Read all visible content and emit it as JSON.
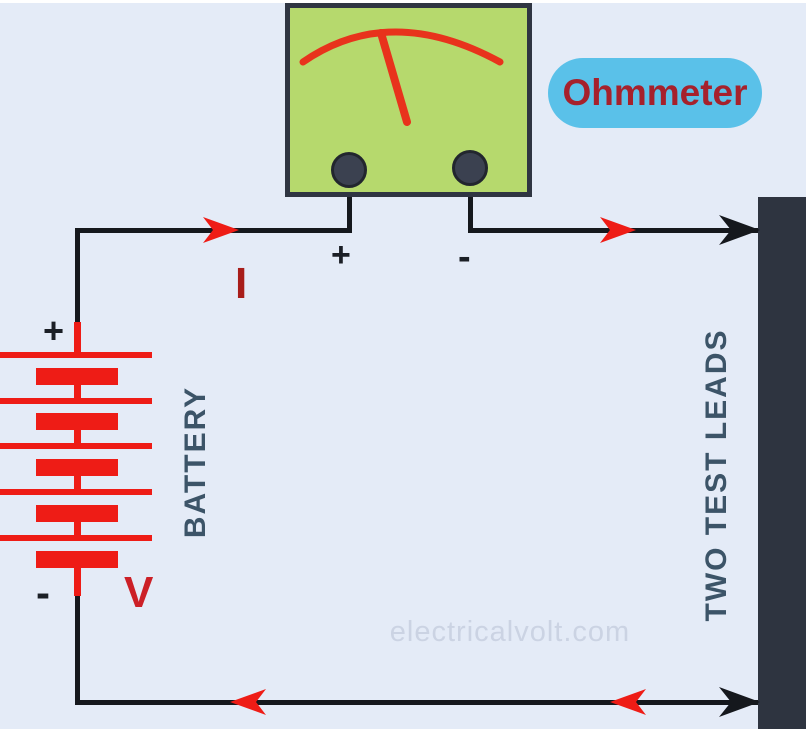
{
  "meter": {
    "name_label": "Ohmmeter",
    "plus_label": "+",
    "minus_label": "-"
  },
  "battery": {
    "label": "BATTERY",
    "plus_label": "+",
    "minus_label": "-",
    "voltage_label": "V"
  },
  "circuit": {
    "current_label": "I",
    "leads_label": "TWO TEST LEADS"
  },
  "watermark": "electricalvolt.com",
  "colors": {
    "background": "#e4ebf7",
    "wire_black": "#15181d",
    "component_red": "#ee1c16",
    "meter_green": "#b6d96d",
    "meter_border": "#2f3542",
    "terminal_fill": "#3b4150",
    "pill_blue": "#5ac1e9",
    "label_dark_red": "#a6212c",
    "slate_text": "#3c5468",
    "lead_bar": "#2e3440",
    "watermark_gray": "#cbd3e3"
  }
}
